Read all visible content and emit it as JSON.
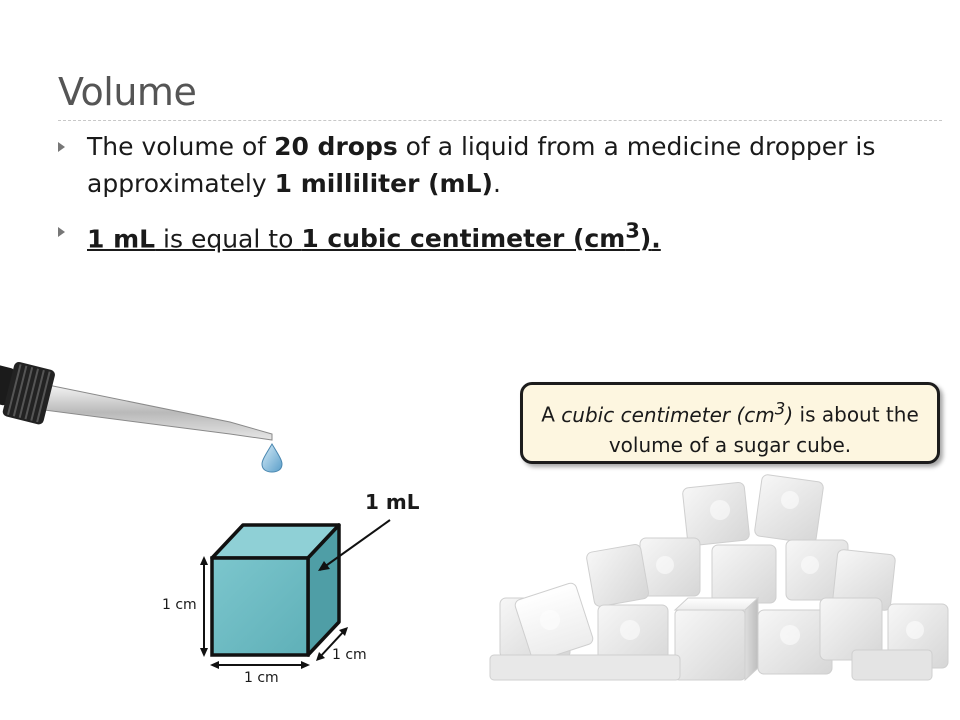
{
  "slide": {
    "title": "Volume",
    "bullet1": {
      "part1": "The volume of ",
      "bold1": "20 drops",
      "part2": " of a liquid from a medicine dropper is approximately ",
      "bold2": "1 milliliter (mL)",
      "part3": "."
    },
    "bullet2": {
      "bold1": "1 mL",
      "part1": " is equal to ",
      "bold2": "1 cubic centimeter (cm",
      "sup": "3",
      "bold3": ")",
      "part2": "."
    },
    "callout": {
      "part1": "A ",
      "italic": "cubic centimeter (cm",
      "sup": "3",
      "italic_end": ")",
      "part2": " is about the volume of a sugar cube."
    },
    "cube": {
      "volume_label": "1 mL",
      "height_label": "1 cm",
      "width_label": "1 cm",
      "depth_label": "1 cm"
    }
  },
  "colors": {
    "cube_front": "#6fbfc7",
    "cube_top": "#8fd0d6",
    "cube_side": "#4f9ea6",
    "callout_bg": "#fdf6e0",
    "title": "#555555"
  }
}
